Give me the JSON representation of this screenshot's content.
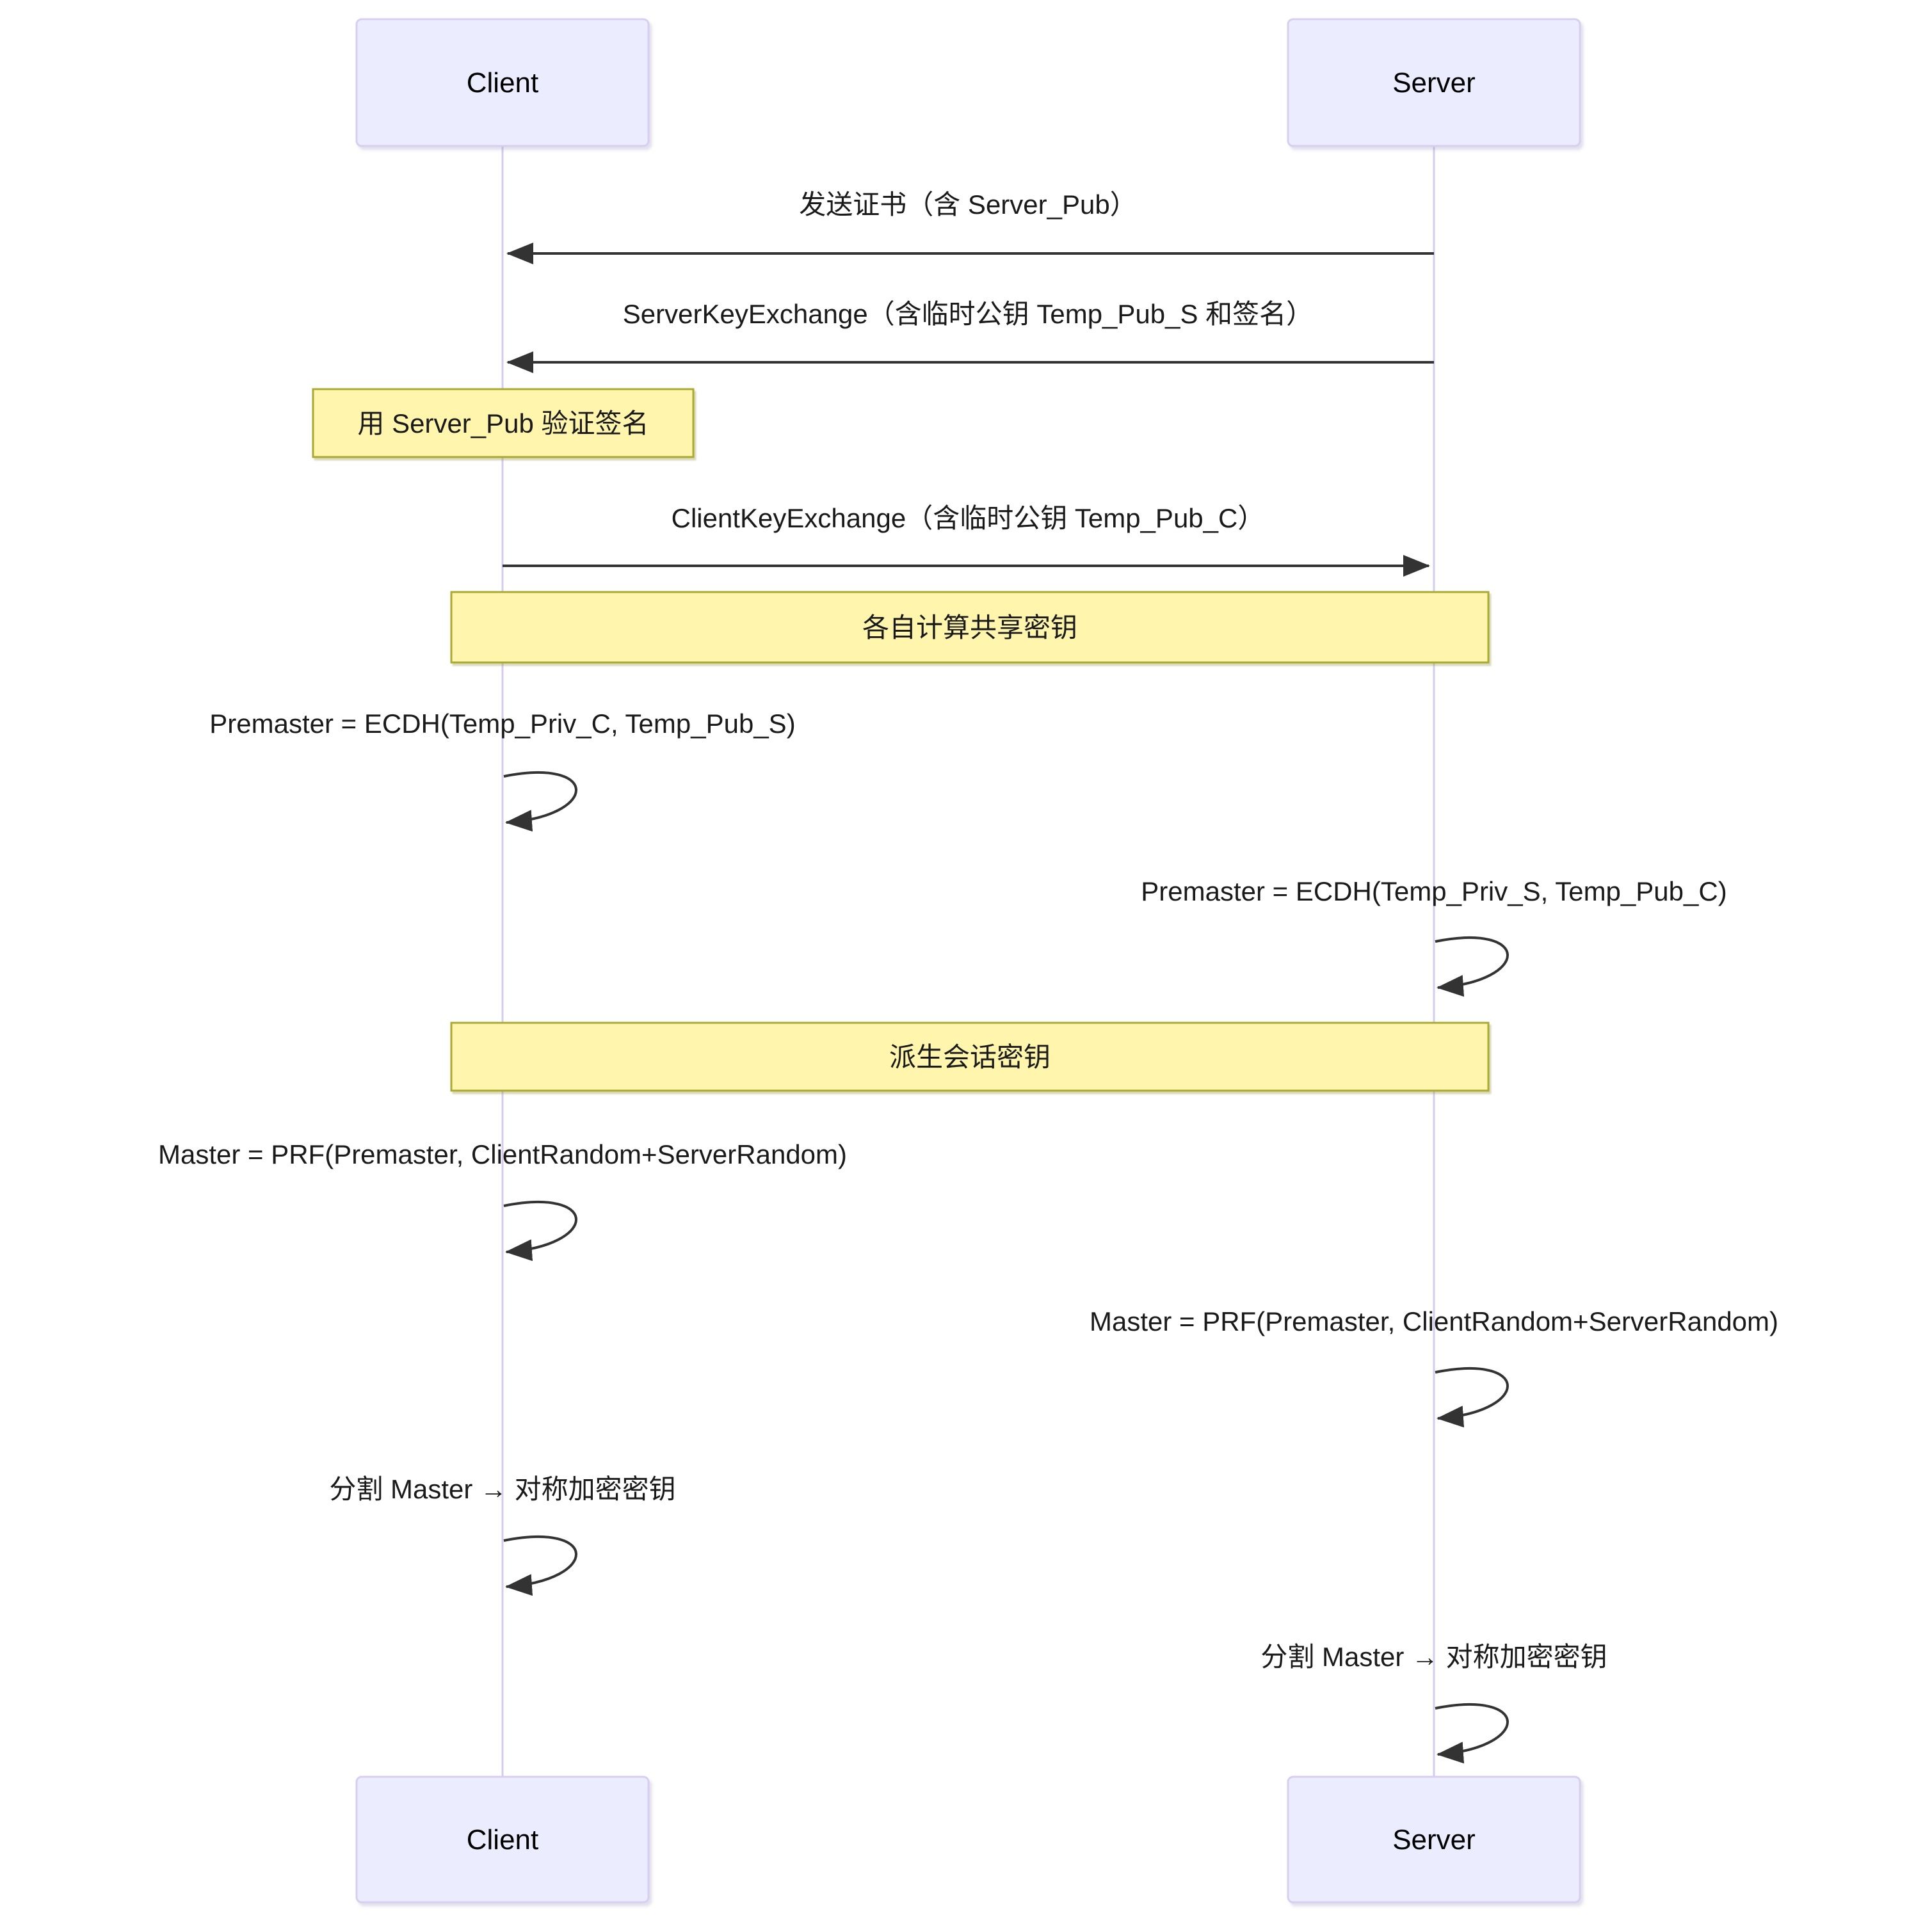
{
  "diagram": {
    "type": "sequence",
    "actors": [
      {
        "id": "client",
        "label": "Client"
      },
      {
        "id": "server",
        "label": "Server"
      }
    ],
    "events": [
      {
        "kind": "message",
        "from": "Server",
        "to": "Client",
        "label": "发送证书（含 Server_Pub）"
      },
      {
        "kind": "message",
        "from": "Server",
        "to": "Client",
        "label": "ServerKeyExchange（含临时公钥 Temp_Pub_S 和签名）"
      },
      {
        "kind": "note",
        "over": "Client",
        "label": "用 Server_Pub 验证签名"
      },
      {
        "kind": "message",
        "from": "Client",
        "to": "Server",
        "label": "ClientKeyExchange（含临时公钥 Temp_Pub_C）"
      },
      {
        "kind": "note",
        "over": "Client,Server",
        "label": "各自计算共享密钥"
      },
      {
        "kind": "self",
        "actor": "Client",
        "label": "Premaster = ECDH(Temp_Priv_C, Temp_Pub_S)"
      },
      {
        "kind": "self",
        "actor": "Server",
        "label": "Premaster = ECDH(Temp_Priv_S, Temp_Pub_C)"
      },
      {
        "kind": "note",
        "over": "Client,Server",
        "label": "派生会话密钥"
      },
      {
        "kind": "self",
        "actor": "Client",
        "label": "Master = PRF(Premaster, ClientRandom+ServerRandom)"
      },
      {
        "kind": "self",
        "actor": "Server",
        "label": "Master = PRF(Premaster, ClientRandom+ServerRandom)"
      },
      {
        "kind": "self",
        "actor": "Client",
        "label": "分割 Master → 对称加密密钥"
      },
      {
        "kind": "self",
        "actor": "Server",
        "label": "分割 Master → 对称加密密钥"
      }
    ],
    "colors": {
      "background": "#FFFFFF",
      "actor_fill": "#ECECFF",
      "actor_border": "#D8CEF0",
      "lifeline": "#D5CCEC",
      "note_fill": "#FFF5AD",
      "note_border": "#AAAA33",
      "line_color": "#333333",
      "text_color": "#1A1A1A"
    }
  }
}
